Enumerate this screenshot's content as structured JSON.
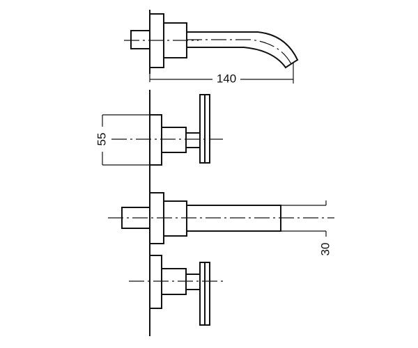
{
  "drawing": {
    "stroke_color": "#111111",
    "background_color": "#ffffff",
    "dimensions": [
      {
        "id": "spout-length",
        "label": "140"
      },
      {
        "id": "handle-height",
        "label": "55"
      },
      {
        "id": "spout-height",
        "label": "30"
      }
    ]
  }
}
